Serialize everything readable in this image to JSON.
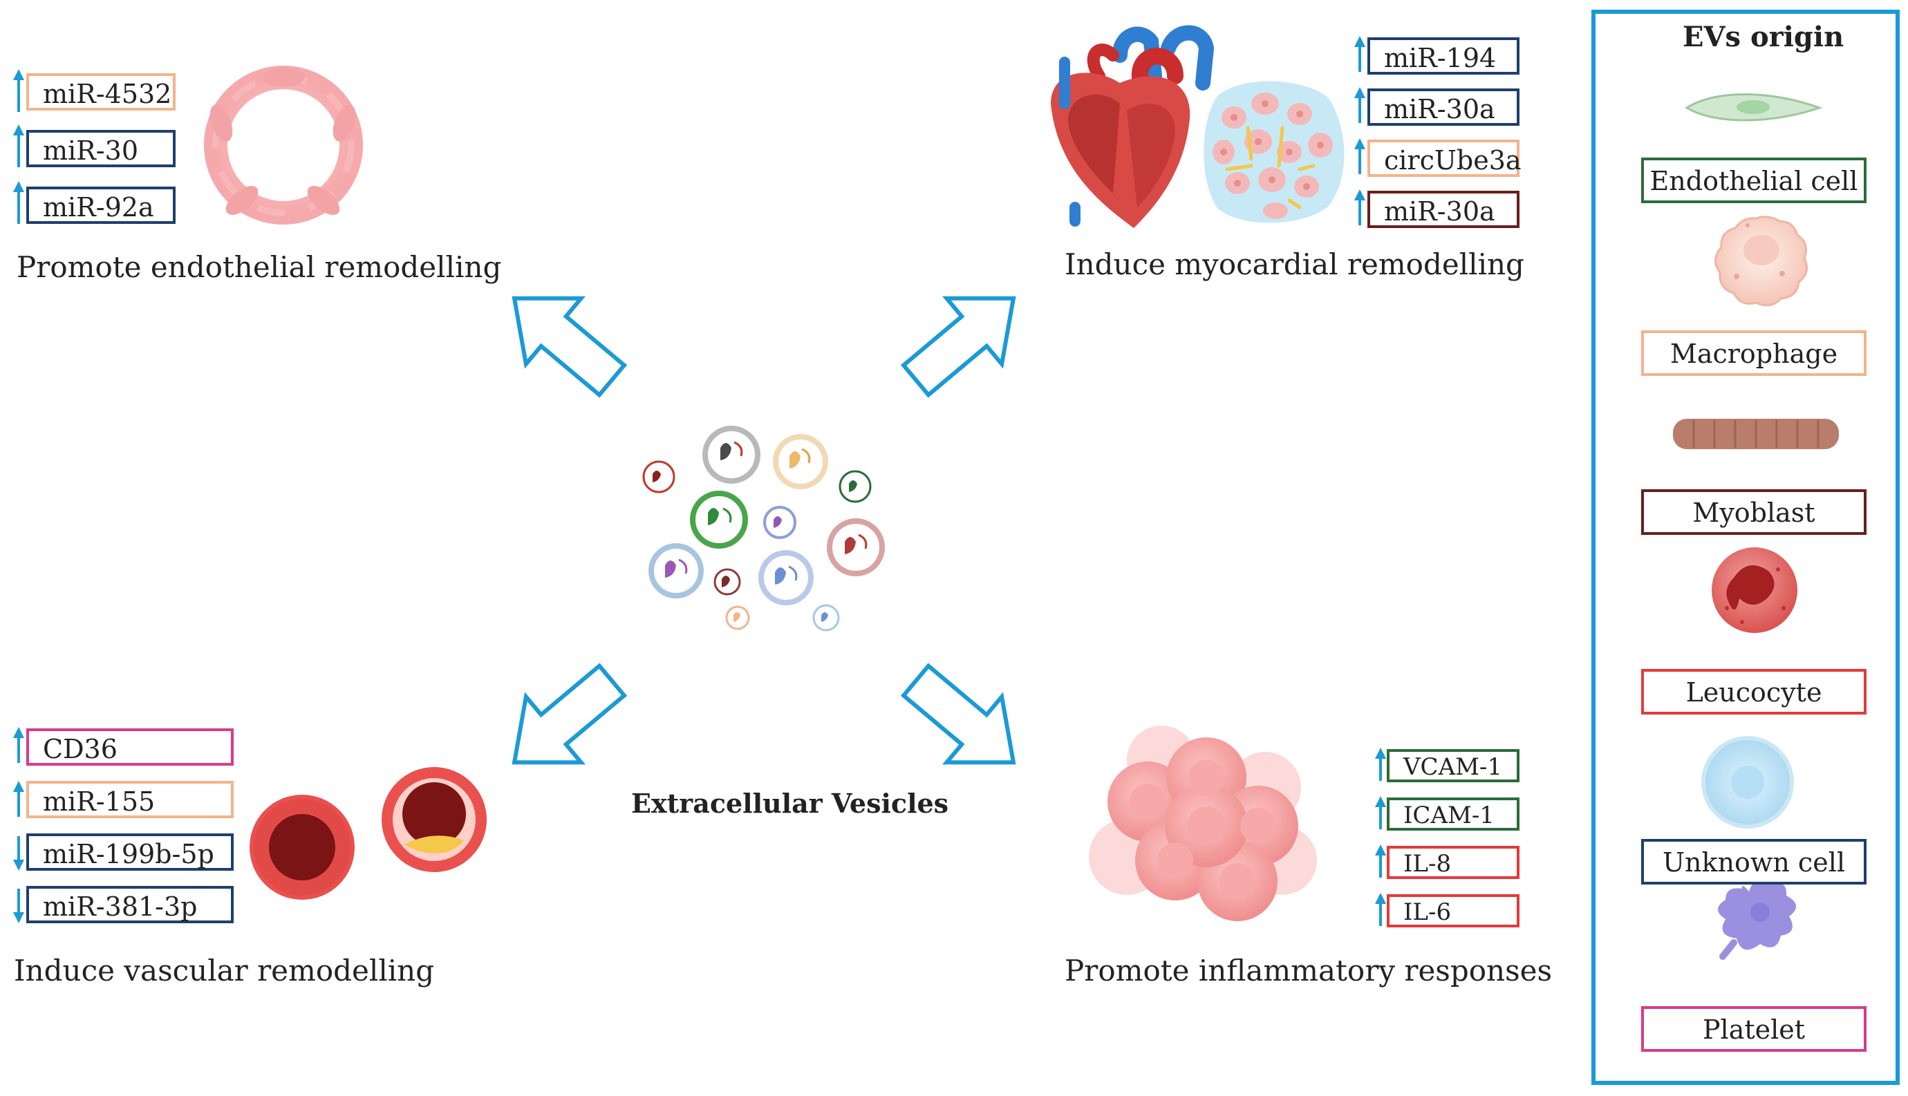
{
  "center": {
    "title": "Extracellular Vesicles"
  },
  "colors": {
    "endothelial": "#2e6b3a",
    "macrophage": "#f2b48c",
    "myoblast": "#6b1d1d",
    "leucocyte": "#e23b3b",
    "unknown": "#1f3f6e",
    "platelet": "#d93a8c",
    "arrow": "#1b9ad6"
  },
  "panels": {
    "endothelial": {
      "caption": "Promote endothelial remodelling",
      "markers": [
        {
          "label": "miR-4532",
          "direction": "up",
          "origin": "macrophage"
        },
        {
          "label": "miR-30",
          "direction": "up",
          "origin": "unknown"
        },
        {
          "label": "miR-92a",
          "direction": "up",
          "origin": "unknown"
        }
      ]
    },
    "myocardial": {
      "caption": "Induce myocardial remodelling",
      "markers": [
        {
          "label": "miR-194",
          "direction": "up",
          "origin": "unknown"
        },
        {
          "label": "miR-30a",
          "direction": "up",
          "origin": "unknown"
        },
        {
          "label": "circUbe3a",
          "direction": "up",
          "origin": "macrophage"
        },
        {
          "label": "miR-30a",
          "direction": "up",
          "origin": "myoblast"
        }
      ]
    },
    "vascular": {
      "caption": "Induce vascular remodelling",
      "markers": [
        {
          "label": "CD36",
          "direction": "up",
          "origin": "platelet"
        },
        {
          "label": "miR-155",
          "direction": "up",
          "origin": "macrophage"
        },
        {
          "label": "miR-199b-5p",
          "direction": "down",
          "origin": "unknown"
        },
        {
          "label": "miR-381-3p",
          "direction": "down",
          "origin": "unknown"
        }
      ]
    },
    "inflammatory": {
      "caption": "Promote inflammatory responses",
      "markers": [
        {
          "label": "VCAM-1",
          "direction": "up",
          "origin": "endothelial"
        },
        {
          "label": "ICAM-1",
          "direction": "up",
          "origin": "endothelial"
        },
        {
          "label": "IL-8",
          "direction": "up",
          "origin": "leucocyte"
        },
        {
          "label": "IL-6",
          "direction": "up",
          "origin": "leucocyte"
        }
      ]
    }
  },
  "legend": {
    "title": "EVs origin",
    "items": [
      {
        "label": "Endothelial cell",
        "origin": "endothelial",
        "icon": "endothelial-cell-icon"
      },
      {
        "label": "Macrophage",
        "origin": "macrophage",
        "icon": "macrophage-icon"
      },
      {
        "label": "Myoblast",
        "origin": "myoblast",
        "icon": "myoblast-icon"
      },
      {
        "label": "Leucocyte",
        "origin": "leucocyte",
        "icon": "leucocyte-icon"
      },
      {
        "label": "Unknown cell",
        "origin": "unknown",
        "icon": "unknown-cell-icon"
      },
      {
        "label": "Platelet",
        "origin": "platelet",
        "icon": "platelet-icon"
      }
    ]
  }
}
